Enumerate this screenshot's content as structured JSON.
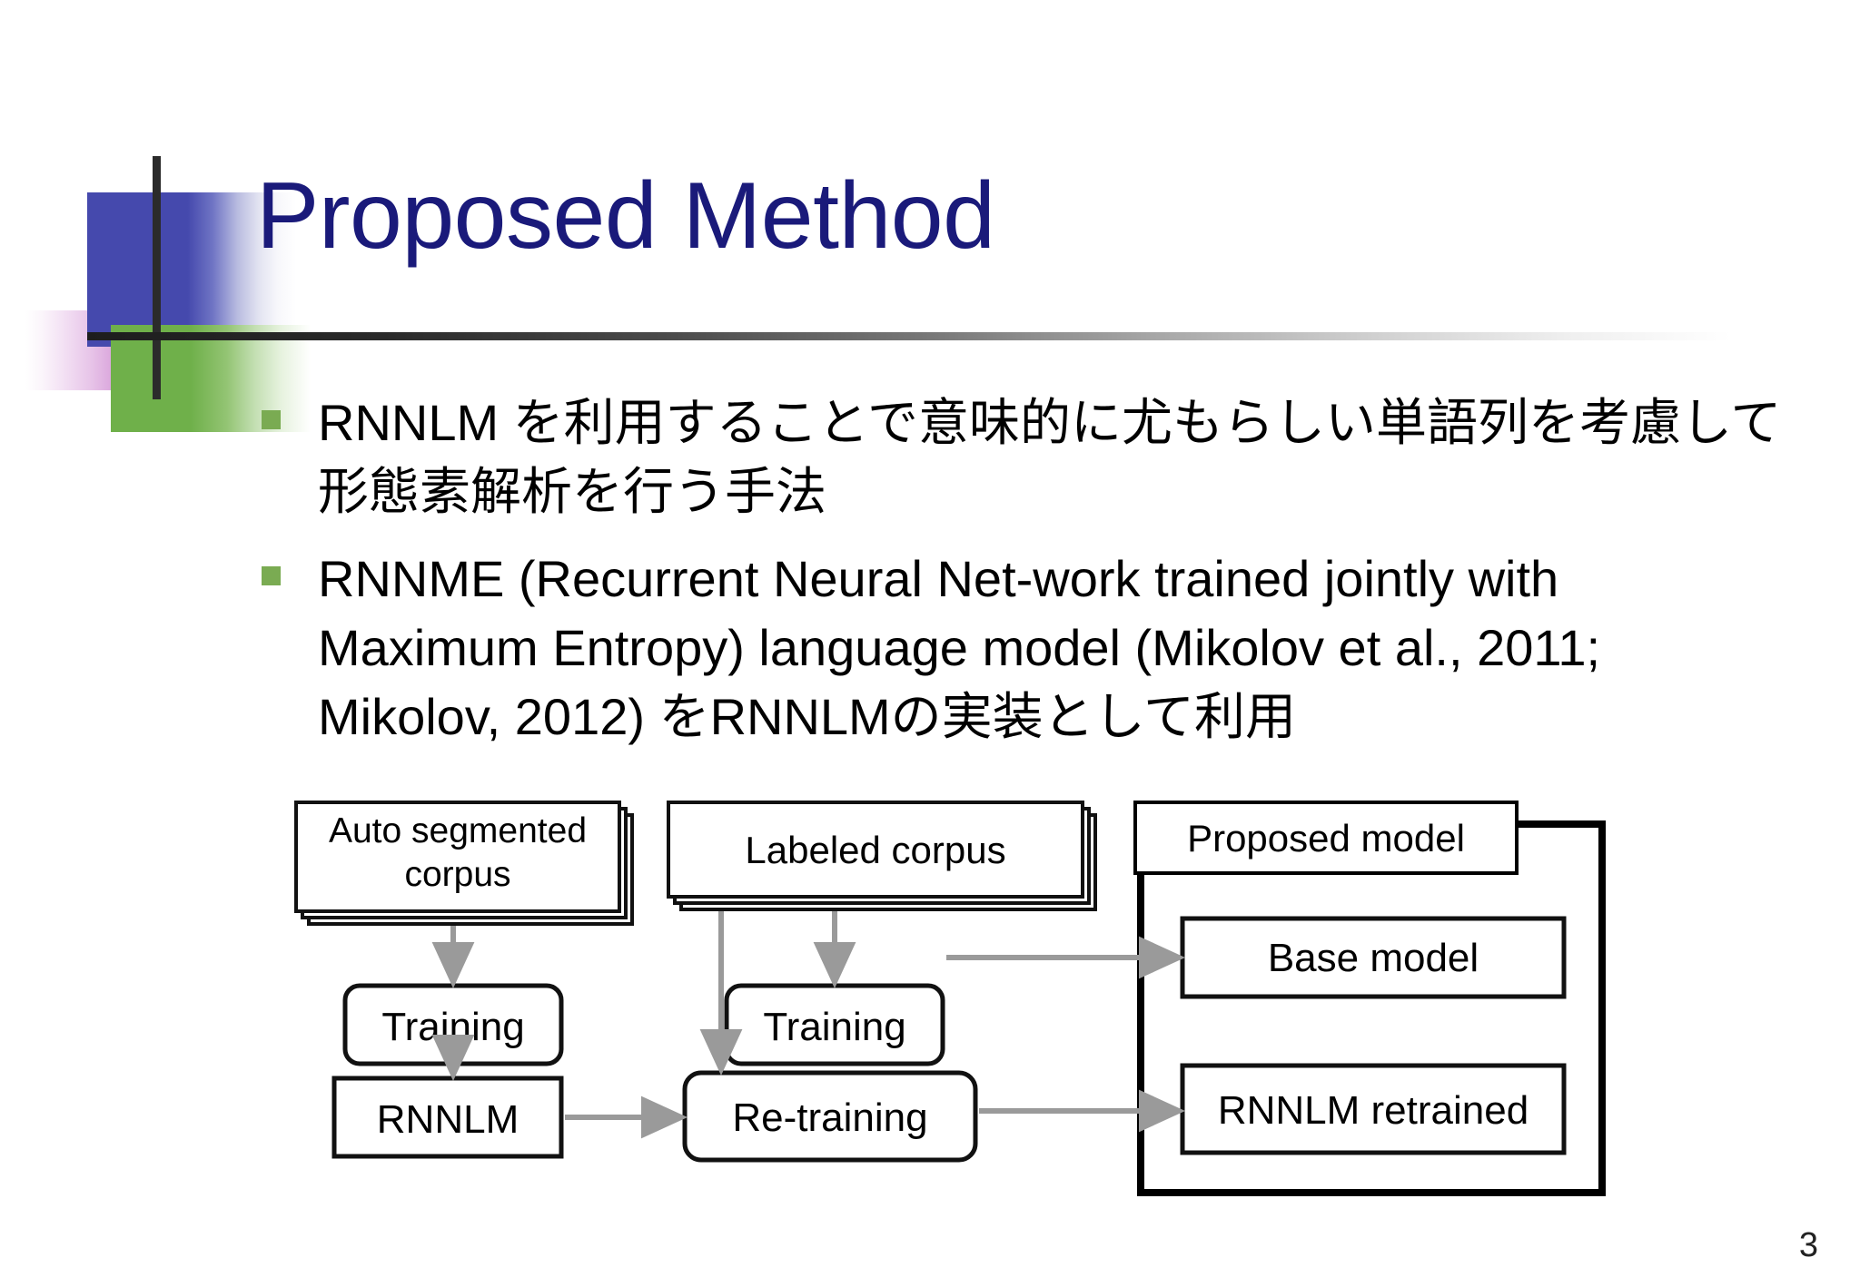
{
  "slide": {
    "title": "Proposed Method",
    "page_number": "3",
    "title_color": "#1a1a7a",
    "bullet_marker_color": "#7aab52",
    "accent_blue": "#4549ad",
    "accent_green": "#6fb04a",
    "accent_pink": "#d07fd0",
    "bar_color": "#2b2b2b"
  },
  "body": {
    "bullets": [
      "RNNLM を利用することで意味的に尤もらしい単語列を考慮して形態素解析を行う手法",
      "RNNME (Recurrent Neural Net-work trained jointly with Maximum Entropy) language model (Mikolov et al., 2011; Mikolov, 2012) をRNNLMの実装として利用"
    ]
  },
  "diagram": {
    "type": "flowchart",
    "nodes": [
      {
        "id": "auto-segmented-corpus",
        "label": "Auto segmented corpus",
        "shape": "stacked-document"
      },
      {
        "id": "labeled-corpus",
        "label": "Labeled corpus",
        "shape": "stacked-document"
      },
      {
        "id": "proposed-model",
        "label": "Proposed model",
        "shape": "container-label"
      },
      {
        "id": "training-left",
        "label": "Training",
        "shape": "rounded-rect"
      },
      {
        "id": "training-mid",
        "label": "Training",
        "shape": "rounded-rect"
      },
      {
        "id": "base-model",
        "label": "Base model",
        "shape": "rect"
      },
      {
        "id": "rnnlm",
        "label": "RNNLM",
        "shape": "rect"
      },
      {
        "id": "re-training",
        "label": "Re-training",
        "shape": "rounded-rect"
      },
      {
        "id": "rnnlm-retrained",
        "label": "RNNLM retrained",
        "shape": "rect"
      }
    ],
    "edges": [
      {
        "from": "auto-segmented-corpus",
        "to": "training-left"
      },
      {
        "from": "training-left",
        "to": "rnnlm"
      },
      {
        "from": "labeled-corpus",
        "to": "training-mid"
      },
      {
        "from": "labeled-corpus",
        "to": "re-training"
      },
      {
        "from": "training-mid",
        "to": "base-model"
      },
      {
        "from": "rnnlm",
        "to": "re-training"
      },
      {
        "from": "re-training",
        "to": "rnnlm-retrained"
      }
    ]
  }
}
